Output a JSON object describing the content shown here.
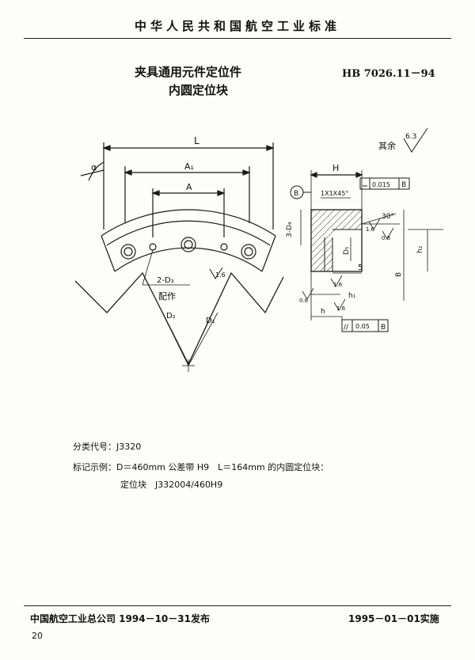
{
  "header": {
    "standard_org": "中华人民共和国航空工业标准",
    "title_line1": "夹具通用元件定位件",
    "title_line2": "内圆定位块",
    "standard_code": "HB 7026.11－94"
  },
  "drawing": {
    "dim_L": "L",
    "dim_A1": "A₁",
    "dim_A": "A",
    "angle_alpha": "α",
    "dim_D2": "D₂",
    "dim_D1": "D₁",
    "hole_note": "2-D₃",
    "fit_note": "配作",
    "finish_left": "1.6",
    "roughness_rest_label": "其余",
    "roughness_rest_value": "6.3",
    "dim_H": "H",
    "datum_B": "B",
    "tol_flatness": "0.015",
    "chamfer": "1X1X45°",
    "angle_30": "30°",
    "dim_3D4": "3-D₄",
    "dim_D5": "D₅",
    "dim_5": "5",
    "dim_B": "B",
    "dim_h2": "h₂",
    "dim_h1": "h₁",
    "dim_h": "h",
    "finish_08": "0.8",
    "finish_16a": "1.6",
    "finish_16b": "1.6",
    "finish_16c": "1.6",
    "finish_08b": "0.8",
    "tol_parallel_sym": "//",
    "tol_parallel_val": "0.05",
    "tol_parallel_datum": "B"
  },
  "meta": {
    "class_code_label": "分类代号：",
    "class_code_value": "J3320",
    "example_label": "标记示例：",
    "example_text": "D＝460mm 公差带 H9　L＝164mm 的内圆定位块：",
    "example_mark": "定位块　J332004/460H9"
  },
  "footer": {
    "publisher": "中国航空工业总公司 1994－10－31发布",
    "effective": "1995－01－01实施",
    "page": "20"
  }
}
